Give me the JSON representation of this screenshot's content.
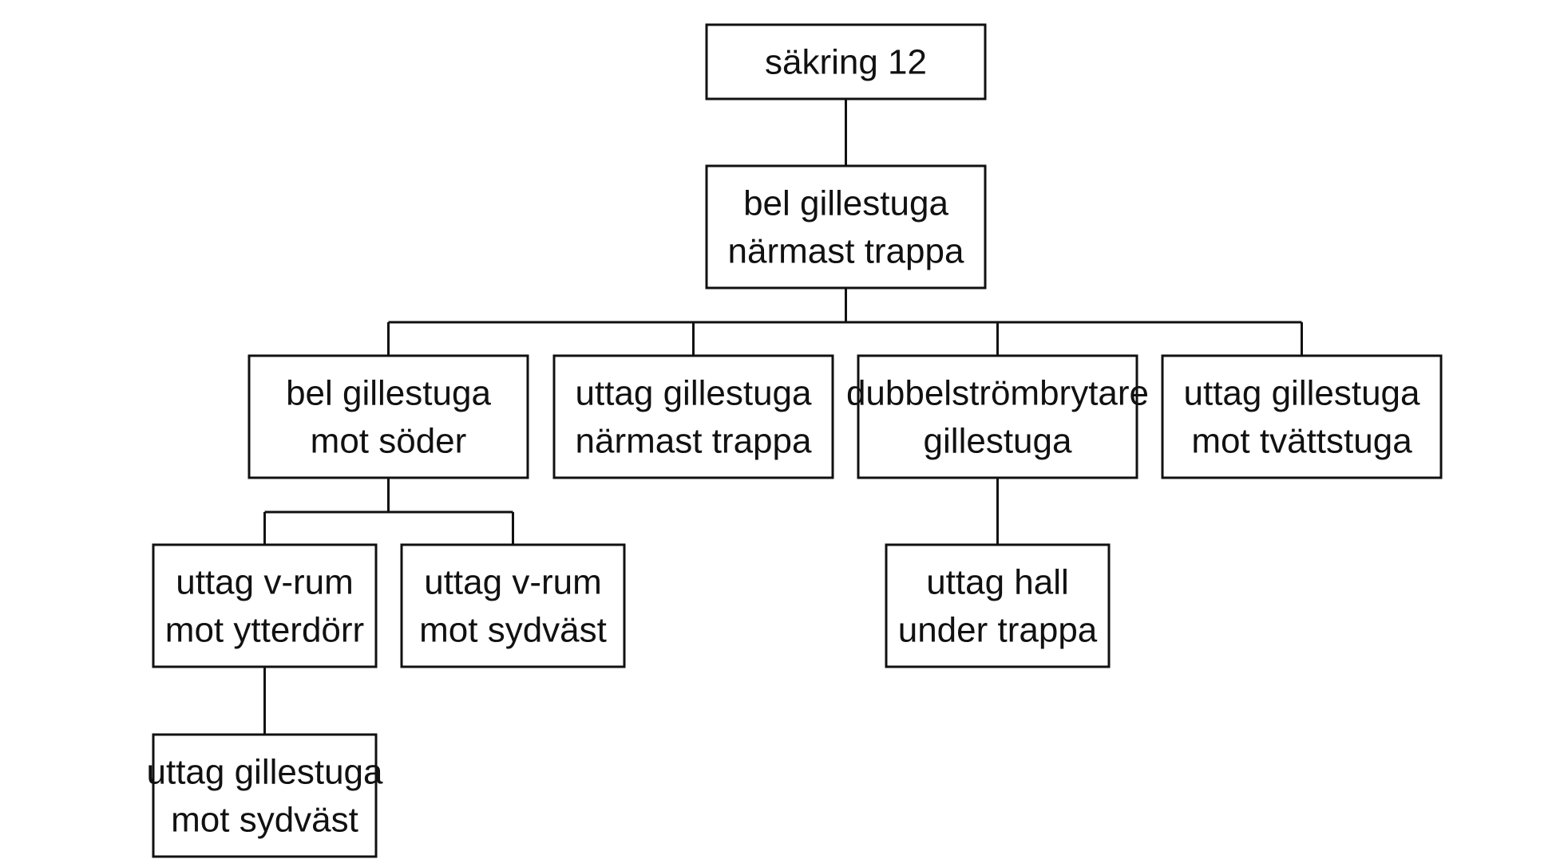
{
  "diagram": {
    "type": "tree",
    "nodes": [
      {
        "id": "n1",
        "lines": [
          "säkring 12"
        ]
      },
      {
        "id": "n2",
        "lines": [
          "bel gillestuga",
          "närmast trappa"
        ]
      },
      {
        "id": "n3",
        "lines": [
          "bel gillestuga",
          "mot söder"
        ]
      },
      {
        "id": "n4",
        "lines": [
          "uttag gillestuga",
          "närmast trappa"
        ]
      },
      {
        "id": "n5",
        "lines": [
          "dubbelströmbrytare",
          "gillestuga"
        ]
      },
      {
        "id": "n6",
        "lines": [
          "uttag gillestuga",
          "mot tvättstuga"
        ]
      },
      {
        "id": "n7",
        "lines": [
          "uttag v-rum",
          "mot ytterdörr"
        ]
      },
      {
        "id": "n8",
        "lines": [
          "uttag v-rum",
          "mot sydväst"
        ]
      },
      {
        "id": "n9",
        "lines": [
          "uttag hall",
          "under trappa"
        ]
      },
      {
        "id": "n10",
        "lines": [
          "uttag gillestuga",
          "mot sydväst"
        ]
      }
    ],
    "edges": [
      {
        "from": "n1",
        "to": "n2"
      },
      {
        "from": "n2",
        "to": "n3"
      },
      {
        "from": "n2",
        "to": "n4"
      },
      {
        "from": "n2",
        "to": "n5"
      },
      {
        "from": "n2",
        "to": "n6"
      },
      {
        "from": "n3",
        "to": "n7"
      },
      {
        "from": "n3",
        "to": "n8"
      },
      {
        "from": "n5",
        "to": "n9"
      },
      {
        "from": "n7",
        "to": "n10"
      }
    ]
  }
}
